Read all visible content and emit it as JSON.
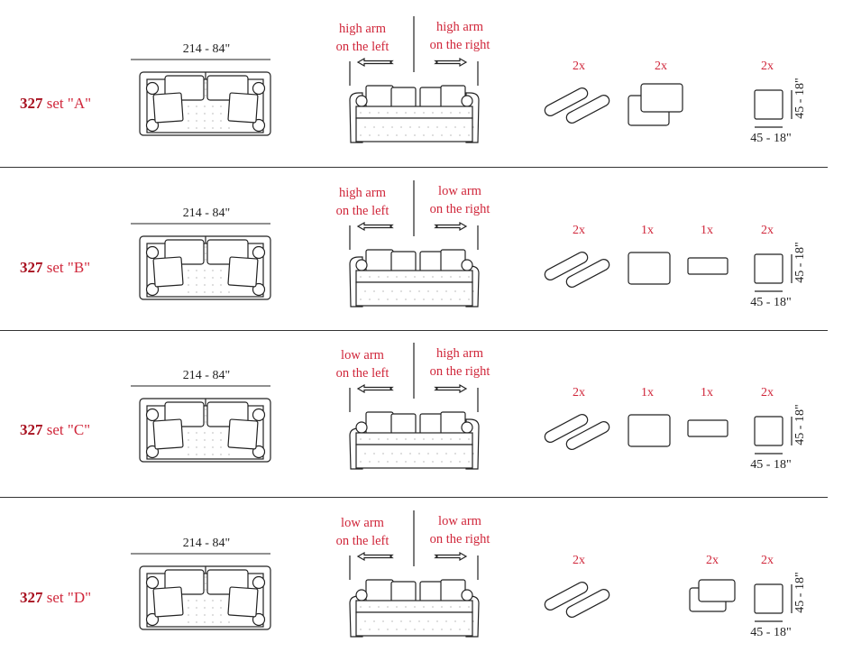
{
  "dimension_label": "214 - 84\"",
  "pillow_dim_label": "45 - 18\"",
  "colors": {
    "accent": "#d0263a",
    "model": "#a8101f",
    "line": "#222222"
  },
  "rows": [
    {
      "model": "327",
      "set": "set \"A\"",
      "left_arm": [
        "high arm",
        "on the left"
      ],
      "right_arm": [
        "high arm",
        "on the right"
      ],
      "left_type": "high",
      "right_type": "high",
      "items": [
        {
          "count": "2x",
          "type": "bolster"
        },
        {
          "count": "2x",
          "type": "stack"
        },
        {
          "count": "2x",
          "type": "square"
        }
      ]
    },
    {
      "model": "327",
      "set": "set \"B\"",
      "left_arm": [
        "high arm",
        "on the left"
      ],
      "right_arm": [
        "low arm",
        "on the right"
      ],
      "left_type": "high",
      "right_type": "low",
      "items": [
        {
          "count": "2x",
          "type": "bolster"
        },
        {
          "count": "1x",
          "type": "rect"
        },
        {
          "count": "1x",
          "type": "small"
        },
        {
          "count": "2x",
          "type": "square"
        }
      ]
    },
    {
      "model": "327",
      "set": "set \"C\"",
      "left_arm": [
        "low arm",
        "on the left"
      ],
      "right_arm": [
        "high arm",
        "on the right"
      ],
      "left_type": "low",
      "right_type": "high",
      "items": [
        {
          "count": "2x",
          "type": "bolster"
        },
        {
          "count": "1x",
          "type": "rect"
        },
        {
          "count": "1x",
          "type": "small"
        },
        {
          "count": "2x",
          "type": "square"
        }
      ]
    },
    {
      "model": "327",
      "set": "set \"D\"",
      "left_arm": [
        "low arm",
        "on the left"
      ],
      "right_arm": [
        "low arm",
        "on the right"
      ],
      "left_type": "low",
      "right_type": "low",
      "items": [
        {
          "count": "2x",
          "type": "bolster"
        },
        {
          "count": "2x",
          "type": "narrowstack"
        },
        {
          "count": "2x",
          "type": "square"
        }
      ]
    }
  ]
}
